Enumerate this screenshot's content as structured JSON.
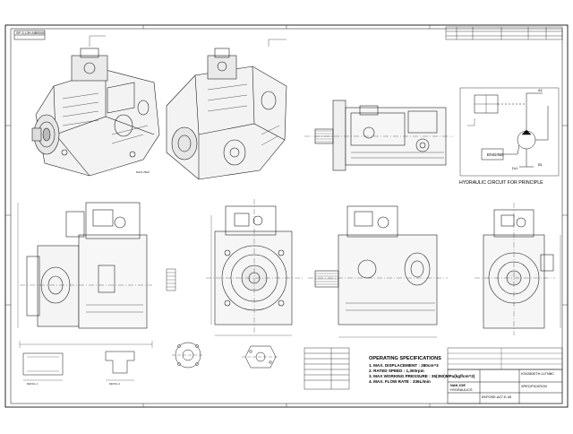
{
  "drawing": {
    "number_box": "SP-3-L3H-NBB000",
    "operating_specs": {
      "title": "OPERATING SPECIFICATIONS",
      "lines": [
        "1. MAX. DISPLACEMENT : 280cm^3",
        "2. RATED SPEED : 1,300rpm",
        "3. MAX WORKING PRESSURE : 35(350)MPa(kgf/cm^2)",
        "4. MAX. FLOW RATE : 336L/min"
      ]
    },
    "hydraulic_circuit": {
      "title": "HYDRAULIC CIRCUIT FOR PRINCIPLE",
      "engine_label": "ENGINE",
      "port_labels": [
        "A1",
        "B1",
        "Dr1"
      ]
    },
    "title_block": {
      "company": "NAN JOE",
      "company_sub": "HYDRAULICS",
      "drawing_name": "SPECIFICATION",
      "part_no": "K3V280DTH-1LTNBC",
      "doc_no": "EKPOSE-AZ7-E-45"
    },
    "detail_labels": [
      "DETAIL-1",
      "DETAIL-2"
    ],
    "view_labels": [
      "MAIN VIEW"
    ]
  }
}
